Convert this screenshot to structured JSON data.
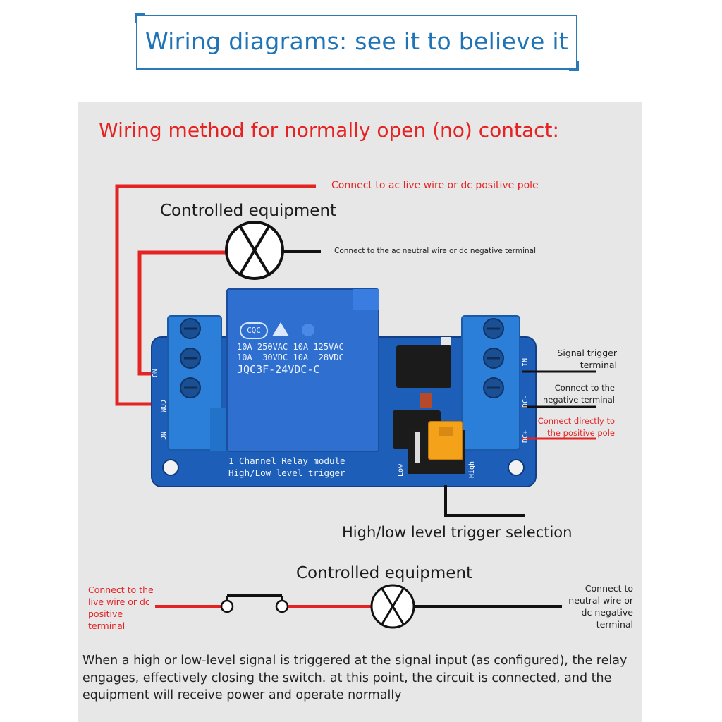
{
  "header": {
    "title": "Wiring diagrams: see it to believe it"
  },
  "diagram": {
    "method_title": "Wiring method for normally open (no) contact:",
    "live_wire_note": "Connect to ac live wire or dc positive pole",
    "controlled_equipment_top": "Controlled equipment",
    "neutral_note_top": "Connect to the ac neutral wire or dc negative terminal",
    "signal_trigger": [
      "Signal trigger",
      "terminal"
    ],
    "negative_terminal": [
      "Connect to the",
      "negative terminal"
    ],
    "positive_pole": [
      "Connect directly to",
      "the positive pole"
    ],
    "trigger_selection": "High/low level trigger selection",
    "controlled_equipment_bottom": "Controlled equipment",
    "live_wire_bottom": [
      "Connect to the",
      "live wire or dc",
      "positive",
      "terminal"
    ],
    "neutral_bottom": [
      "Connect to",
      "neutral wire or",
      "dc negative",
      "terminal"
    ],
    "description": "When a high or low-level signal is triggered at the signal input (as configured), the relay engages, effectively closing the switch. at this point, the circuit is connected, and the equipment will receive power and operate normally"
  },
  "module": {
    "relay_logo": "CQC",
    "relay_rating_1": "10A 250VAC 10A 125VAC",
    "relay_rating_2": "10A  30VDC 10A  28VDC",
    "relay_model": "JQC3F-24VDC-C",
    "board_line_1": "1 Channel Relay module",
    "board_line_2": "High/Low level trigger",
    "pin_no": "NO",
    "pin_com": "COM",
    "pin_nc": "NC",
    "pin_in": "IN",
    "pin_dcm": "DC-",
    "pin_dcp": "DC+",
    "jumper_low": "Low",
    "jumper_high": "High"
  },
  "colors": {
    "accent_blue": "#1f74b7",
    "wire_red": "#e52323",
    "wire_black": "#111111",
    "board_blue": "#1d5fb8",
    "relay_blue": "#2f6fd0",
    "jumper_yellow": "#f3a21a"
  }
}
